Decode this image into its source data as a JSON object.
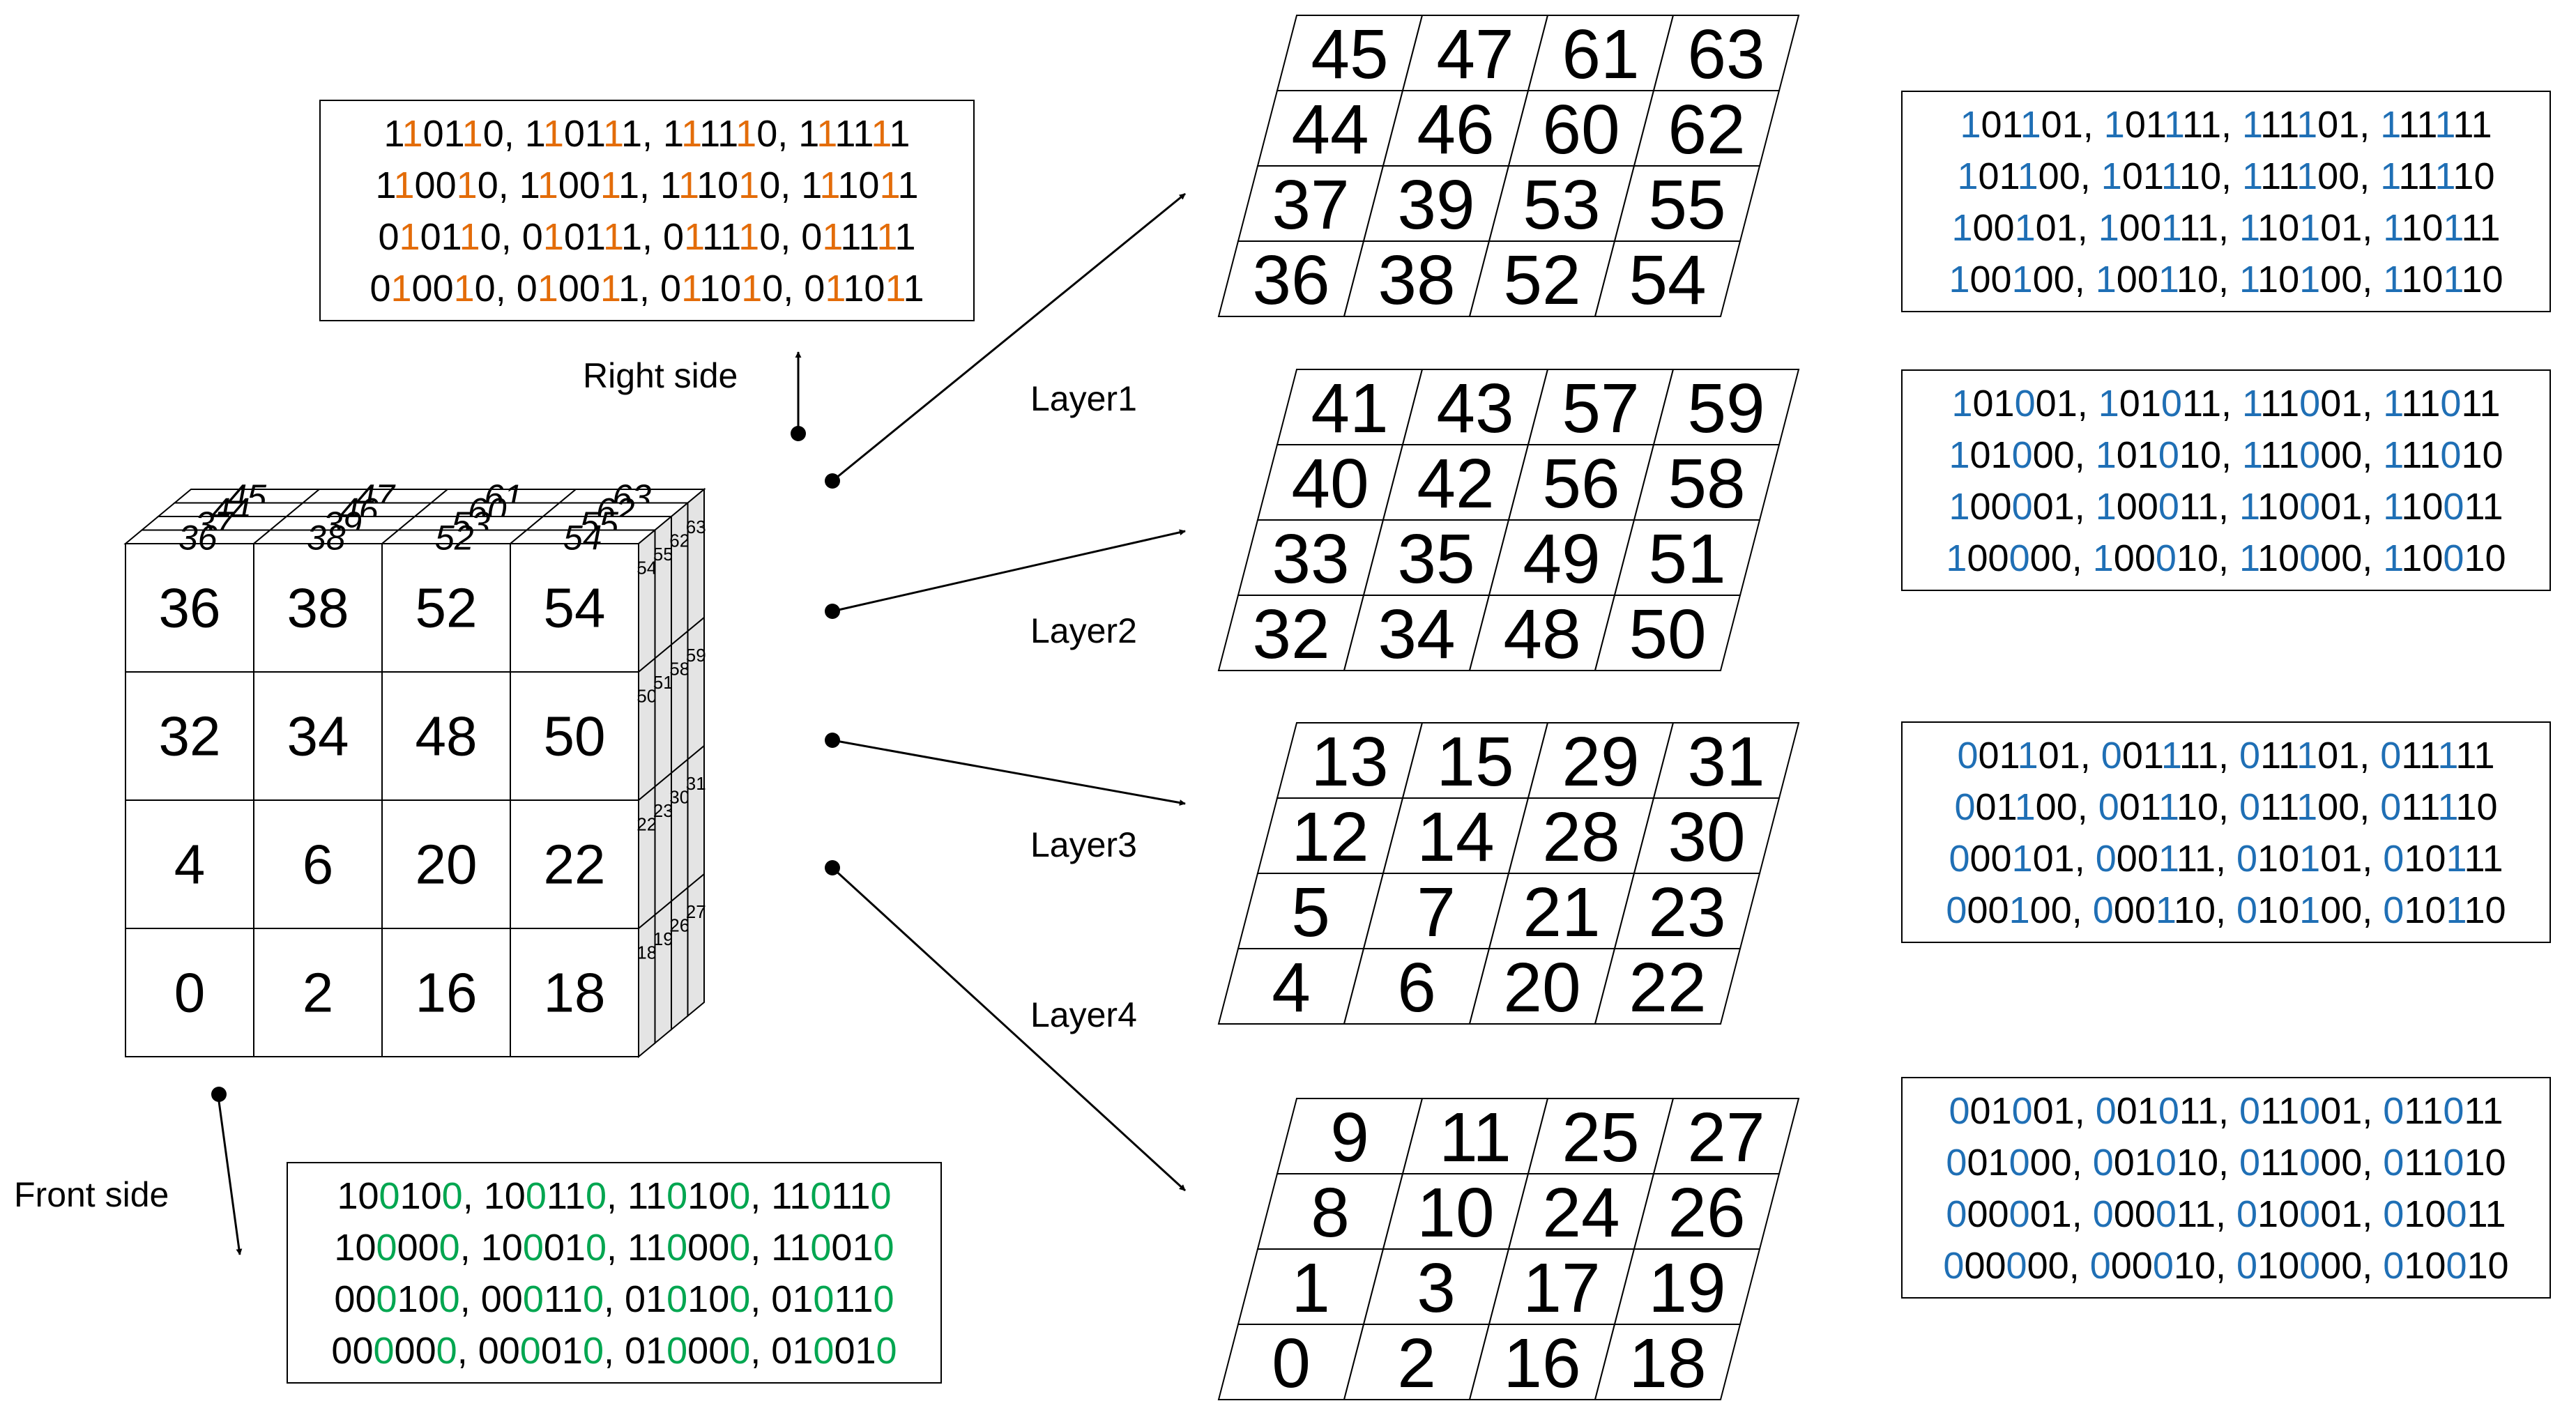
{
  "colors": {
    "right_side_highlight": "#e36c09",
    "front_side_highlight": "#00a650",
    "layer_highlight": "#1f6fb5",
    "face_shade": "#e4e4e4",
    "stroke": "#000000"
  },
  "labels": {
    "right_side": "Right side",
    "front_side": "Front side",
    "layer1": "Layer1",
    "layer2": "Layer2",
    "layer3": "Layer3",
    "layer4": "Layer4"
  },
  "cube": {
    "front": [
      [
        "36",
        "38",
        "52",
        "54"
      ],
      [
        "32",
        "34",
        "48",
        "50"
      ],
      [
        "4",
        "6",
        "20",
        "22"
      ],
      [
        "0",
        "2",
        "16",
        "18"
      ]
    ],
    "top": [
      [
        "45",
        "47",
        "61",
        "63"
      ],
      [
        "44",
        "46",
        "60",
        "62"
      ],
      [
        "37",
        "39",
        "53",
        "55"
      ],
      [
        "36",
        "38",
        "52",
        "54"
      ]
    ],
    "right": [
      [
        "54",
        "55",
        "62",
        "63"
      ],
      [
        "50",
        "51",
        "58",
        "59"
      ],
      [
        "22",
        "23",
        "30",
        "31"
      ],
      [
        "18",
        "19",
        "26",
        "27"
      ]
    ]
  },
  "layers": [
    [
      [
        "45",
        "47",
        "61",
        "63"
      ],
      [
        "44",
        "46",
        "60",
        "62"
      ],
      [
        "37",
        "39",
        "53",
        "55"
      ],
      [
        "36",
        "38",
        "52",
        "54"
      ]
    ],
    [
      [
        "41",
        "43",
        "57",
        "59"
      ],
      [
        "40",
        "42",
        "56",
        "58"
      ],
      [
        "33",
        "35",
        "49",
        "51"
      ],
      [
        "32",
        "34",
        "48",
        "50"
      ]
    ],
    [
      [
        "13",
        "15",
        "29",
        "31"
      ],
      [
        "12",
        "14",
        "28",
        "30"
      ],
      [
        "5",
        "7",
        "21",
        "23"
      ],
      [
        "4",
        "6",
        "20",
        "22"
      ]
    ],
    [
      [
        "9",
        "11",
        "25",
        "27"
      ],
      [
        "8",
        "10",
        "24",
        "26"
      ],
      [
        "1",
        "3",
        "17",
        "19"
      ],
      [
        "0",
        "2",
        "16",
        "18"
      ]
    ]
  ],
  "right_side_codes": [
    [
      "110110",
      "110111",
      "111110",
      "111111"
    ],
    [
      "110010",
      "110011",
      "111010",
      "111011"
    ],
    [
      "010110",
      "010111",
      "011110",
      "011111"
    ],
    [
      "010010",
      "010011",
      "011010",
      "011011"
    ]
  ],
  "front_side_codes": [
    [
      "100100",
      "100110",
      "110100",
      "110110"
    ],
    [
      "100000",
      "100010",
      "110000",
      "110010"
    ],
    [
      "000100",
      "000110",
      "010100",
      "010110"
    ],
    [
      "000000",
      "000010",
      "010000",
      "010010"
    ]
  ],
  "layer_codes": [
    [
      [
        "101101",
        "101111",
        "111101",
        "111111"
      ],
      [
        "101100",
        "101110",
        "111100",
        "111110"
      ],
      [
        "100101",
        "100111",
        "110101",
        "110111"
      ],
      [
        "100100",
        "100110",
        "110100",
        "110110"
      ]
    ],
    [
      [
        "101001",
        "101011",
        "111001",
        "111011"
      ],
      [
        "101000",
        "101010",
        "111000",
        "111010"
      ],
      [
        "100001",
        "100011",
        "110001",
        "110011"
      ],
      [
        "100000",
        "100010",
        "110000",
        "110010"
      ]
    ],
    [
      [
        "001101",
        "001111",
        "011101",
        "011111"
      ],
      [
        "001100",
        "001110",
        "011100",
        "011110"
      ],
      [
        "000101",
        "000111",
        "010101",
        "010111"
      ],
      [
        "000100",
        "000110",
        "010100",
        "010110"
      ]
    ],
    [
      [
        "001001",
        "001011",
        "011001",
        "011011"
      ],
      [
        "001000",
        "001010",
        "011000",
        "011010"
      ],
      [
        "000001",
        "000011",
        "010001",
        "010011"
      ],
      [
        "000000",
        "000010",
        "010000",
        "010010"
      ]
    ]
  ]
}
